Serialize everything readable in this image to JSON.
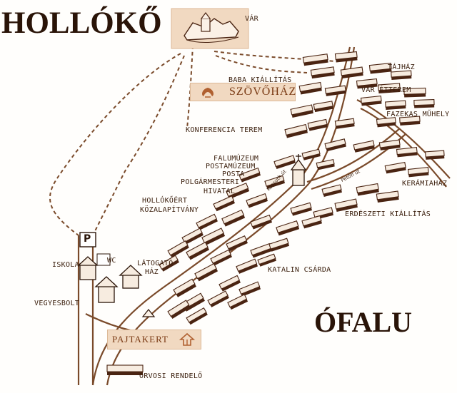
{
  "map": {
    "title": "HOLLÓKŐ",
    "district": "ÓFALU",
    "labels": {
      "castle": "VÁR",
      "doll_exhibition": "BABA KIÁLLÍTÁS",
      "weaving_house": "SZÖVŐHÁZ",
      "country_house": "TÁJHÁZ",
      "castle_restaurant": "VÁR ÉTTEREM",
      "potter_workshop": "FAZEKAS MŰHELY",
      "conference_hall": "KONFERENCIA TEREM",
      "village_museum": "FALUMÚZEUM",
      "postal_museum": "POSTAMÚZEUM",
      "post_office": "POSTA",
      "mayor_office": "POLGÁRMESTERI",
      "office": "HIVATAL",
      "foundation_line1": "HOLLÓKŐÉRT",
      "foundation_line2": "KÖZALAPÍTVÁNY",
      "ceramics_house": "KERÁMIAHÁZ",
      "forestry_exhibition": "ERDÉSZETI KIÁLLÍTÁS",
      "school": "ISKOLA",
      "wc": "WC",
      "visitor_center_line1": "LÁTOGATÓ",
      "visitor_center_line2": "HÁZ",
      "katalin_inn": "KATALIN CSÁRDA",
      "grocery": "VEGYESBOLT",
      "barn_garden": "PAJTAKERT",
      "doctor_office": "ORVOSI RENDELŐ",
      "parking": "P",
      "street_kossuth": "Kossuth út",
      "street_petofi": "Petőfi út"
    },
    "colors": {
      "ink": "#3a1e0c",
      "road": "#7a4a2a",
      "house_roof": "#f7ece0",
      "house_wall": "#4a2412",
      "sign_bg": "#f1d9c1",
      "sign_text": "#7a3a14"
    },
    "icons": [
      "castle-icon",
      "weaving-emblem-icon",
      "barn-emblem-icon",
      "church-icon",
      "parking-icon"
    ]
  }
}
